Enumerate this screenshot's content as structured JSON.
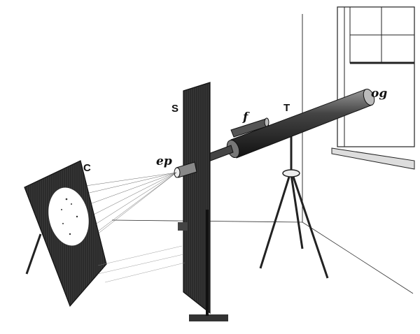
{
  "figure": {
    "description": "Engraving: projecting the sun's image through a telescope onto a card screen",
    "labels": {
      "card": "C",
      "eyepiece": "ep",
      "shade": "S",
      "finder": "f",
      "telescope": "T",
      "objective": "og"
    },
    "colors": {
      "ink": "#1a1a1a",
      "paper": "#ffffff",
      "board": "#2b2b2b"
    }
  }
}
